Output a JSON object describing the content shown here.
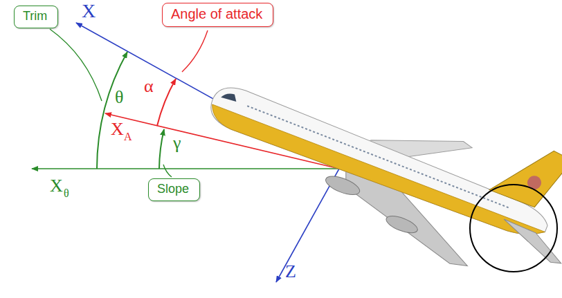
{
  "diagram": {
    "nodes": [
      {
        "text": [
          "Trim"
        ]
      },
      {
        "text": [
          "Angle of attack"
        ]
      },
      {
        "text": [
          "Slope"
        ]
      }
    ],
    "labels": [
      "X",
      "θ",
      "X",
      "A",
      "α",
      "γ",
      "X",
      "θ",
      "Z"
    ]
  }
}
